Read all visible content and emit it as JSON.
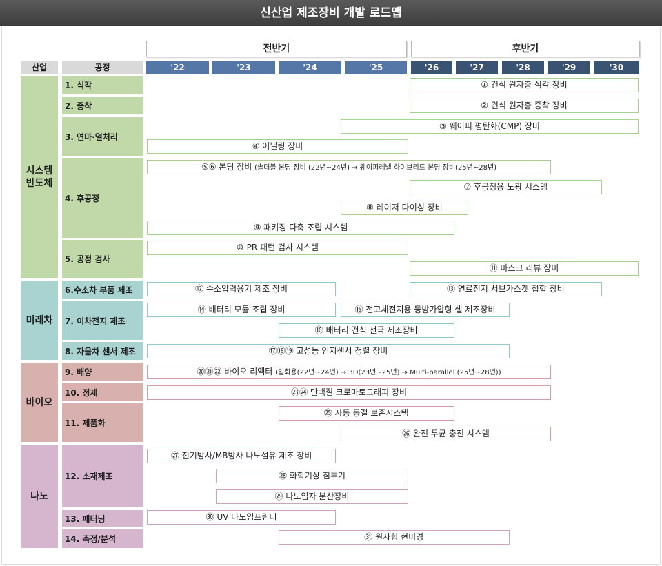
{
  "title": "신산업 제조장비 개발 로드맵",
  "halves": [
    "전반기",
    "후반기"
  ],
  "headers": {
    "industry": "산업",
    "process": "공정"
  },
  "years": [
    "'22",
    "'23",
    "'24",
    "'25",
    "'26",
    "'27",
    "'28",
    "'29",
    "'30"
  ],
  "colors": {
    "green": "#c1d9a8",
    "teal": "#a8d3d1",
    "pink": "#d8b0ad",
    "purple": "#d6b5cf",
    "green_b": "#a9cf8e",
    "teal_b": "#8ec9cc",
    "pink_b": "#d49da1",
    "purple_b": "#c9a4c4",
    "year_early": "#5577a8",
    "year_late": "#3b5373"
  },
  "industries": [
    {
      "name": "시스템\n반도체",
      "color": "green"
    },
    {
      "name": "미래차",
      "color": "teal"
    },
    {
      "name": "바이오",
      "color": "pink"
    },
    {
      "name": "나노",
      "color": "purple"
    }
  ],
  "processes": [
    "1. 식각",
    "2. 증착",
    "3. 연마·열처리",
    "4. 후공정",
    "5. 공정 검사",
    "6.수소차 부품 제조",
    "7. 이차전지 제조",
    "8. 자율차 센서 제조",
    "9. 배양",
    "10. 정제",
    "11. 제품화",
    "12. 소재제조",
    "13. 패터닝",
    "14. 측정/분석"
  ],
  "bars": [
    {
      "label": "① 건식 원자층 식각 장비",
      "sub": "",
      "start": 2026,
      "end": 2031,
      "lane": 0,
      "color": "green"
    },
    {
      "label": "② 건식 원자층 증착 장비",
      "sub": "",
      "start": 2026,
      "end": 2031,
      "lane": 1,
      "color": "green"
    },
    {
      "label": "③ 웨이퍼 평탄화(CMP) 장비",
      "sub": "",
      "start": 2024.95,
      "end": 2031,
      "lane": 2,
      "color": "green"
    },
    {
      "label": "④ 어닐링 장비",
      "sub": "",
      "start": 2022,
      "end": 2026,
      "lane": 3,
      "color": "green"
    },
    {
      "label": "⑤⑥ 본딩 장비 ",
      "sub": "(솔더블 본딩 장비 (22년~24년) → 웨이퍼레벨 하이브리드 본딩 장비(25년~28년)",
      "start": 2022,
      "end": 2029.1,
      "lane": 4,
      "color": "green"
    },
    {
      "label": "⑦ 후공정용 노광 시스템",
      "sub": "",
      "start": 2026,
      "end": 2030.2,
      "lane": 5,
      "color": "green"
    },
    {
      "label": "⑧ 레이저 다이싱 장비",
      "sub": "",
      "start": 2024.95,
      "end": 2027.3,
      "lane": 6,
      "color": "green"
    },
    {
      "label": "⑨ 패키징 다축 조립 시스템",
      "sub": "",
      "start": 2022,
      "end": 2027,
      "lane": 7,
      "color": "green"
    },
    {
      "label": "⑩ PR 패턴 검사 시스템",
      "sub": "",
      "start": 2022,
      "end": 2026,
      "lane": 8,
      "color": "green"
    },
    {
      "label": "⑪ 마스크 리뷰 장비",
      "sub": "",
      "start": 2026,
      "end": 2031,
      "lane": 9,
      "color": "green"
    },
    {
      "label": "⑫ 수소압력용기 제조 장비",
      "sub": "",
      "start": 2022,
      "end": 2024.9,
      "lane": 10,
      "color": "teal"
    },
    {
      "label": "⑬ 연료전지 서브가스켓 접합 장비",
      "sub": "",
      "start": 2026,
      "end": 2030.2,
      "lane": 10,
      "color": "teal"
    },
    {
      "label": "⑭ 배터리 모듈 조립 장비",
      "sub": "",
      "start": 2022,
      "end": 2024.9,
      "lane": 11,
      "color": "teal"
    },
    {
      "label": "⑮ 전고체전지용 등방가압형 셀 제조장비",
      "sub": "",
      "start": 2024.95,
      "end": 2028.2,
      "lane": 11,
      "color": "teal"
    },
    {
      "label": "⑯ 배터리 건식 전극 제조장비",
      "sub": "",
      "start": 2024,
      "end": 2027,
      "lane": 12,
      "color": "teal"
    },
    {
      "label": "⑰⑱⑲ 고성능 인지센서 정렬 장비",
      "sub": "",
      "start": 2022,
      "end": 2028.2,
      "lane": 13,
      "color": "teal"
    },
    {
      "label": "⑳㉑㉒ 바이오 리액터 ",
      "sub": "(일회용(22년~24년) → 3D(23년~25년) → Multi-parallel (25년~28년))",
      "start": 2022,
      "end": 2029.1,
      "lane": 14,
      "color": "pink"
    },
    {
      "label": "㉓㉔ 단백질 크로마토그래피 장비",
      "sub": "",
      "start": 2022,
      "end": 2029.1,
      "lane": 15,
      "color": "pink"
    },
    {
      "label": "㉕ 자동 동결 보존시스템",
      "sub": "",
      "start": 2024,
      "end": 2027,
      "lane": 16,
      "color": "pink"
    },
    {
      "label": "㉖ 완전 무균 충전 시스템",
      "sub": "",
      "start": 2024.95,
      "end": 2029.1,
      "lane": 17,
      "color": "pink"
    },
    {
      "label": "㉗ 전기방사/MB방사 나노섬유 제조 장비",
      "sub": "",
      "start": 2022,
      "end": 2024.9,
      "lane": 18,
      "color": "purple"
    },
    {
      "label": "㉘ 화학기상 침투기",
      "sub": "",
      "start": 2023.05,
      "end": 2026,
      "lane": 19,
      "color": "purple"
    },
    {
      "label": "㉙ 나노입자 분산장비",
      "sub": "",
      "start": 2023.05,
      "end": 2026,
      "lane": 20,
      "color": "purple"
    },
    {
      "label": "㉚ UV 나노임프린터",
      "sub": "",
      "start": 2022,
      "end": 2024.9,
      "lane": 21,
      "color": "purple"
    },
    {
      "label": "㉛ 원자힘 현미경",
      "sub": "",
      "start": 2024,
      "end": 2028.2,
      "lane": 22,
      "color": "purple"
    }
  ]
}
